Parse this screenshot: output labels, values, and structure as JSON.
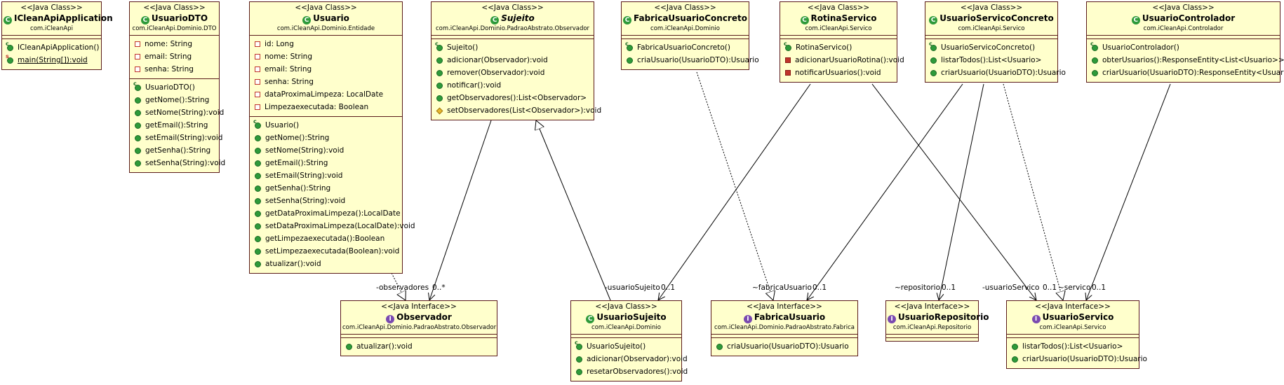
{
  "classes": {
    "icleanapi": {
      "stereotype": "<<Java Class>>",
      "name": "ICleanApiApplication",
      "package": "com.iCleanApi",
      "methods": [
        "ICleanApiApplication()",
        "main(String[]):void"
      ]
    },
    "usuariodto": {
      "stereotype": "<<Java Class>>",
      "name": "UsuarioDTO",
      "package": "com.iCleanApi.Dominio.DTO",
      "fields": [
        "nome: String",
        "email: String",
        "senha: String"
      ],
      "methods": [
        "UsuarioDTO()",
        "getNome():String",
        "setNome(String):void",
        "getEmail():String",
        "setEmail(String):void",
        "getSenha():String",
        "setSenha(String):void"
      ]
    },
    "usuario": {
      "stereotype": "<<Java Class>>",
      "name": "Usuario",
      "package": "com.iCleanApi.Dominio.Entidade",
      "fields": [
        "id: Long",
        "nome: String",
        "email: String",
        "senha: String",
        "dataProximaLimpeza: LocalDate",
        "Limpezaexecutada: Boolean"
      ],
      "methods": [
        "Usuario()",
        "getNome():String",
        "setNome(String):void",
        "getEmail():String",
        "setEmail(String):void",
        "getSenha():String",
        "setSenha(String):void",
        "getDataProximaLimpeza():LocalDate",
        "setDataProximaLimpeza(LocalDate):void",
        "getLimpezaexecutada():Boolean",
        "setLimpezaexecutada(Boolean):void",
        "atualizar():void"
      ]
    },
    "sujeito": {
      "stereotype": "<<Java Class>>",
      "name": "Sujeito",
      "package": "com.iCleanApi.Dominio.PadraoAbstrato.Observador",
      "methods": [
        "Sujeito()",
        "adicionar(Observador):void",
        "remover(Observador):void",
        "notificar():void",
        "getObservadores():List<Observador>",
        "setObservadores(List<Observador>):void"
      ]
    },
    "fabricaconcreto": {
      "stereotype": "<<Java Class>>",
      "name": "FabricaUsuarioConcreto",
      "package": "com.iCleanApi.Dominio",
      "methods": [
        "FabricaUsuarioConcreto()",
        "criaUsuario(UsuarioDTO):Usuario"
      ]
    },
    "rotina": {
      "stereotype": "<<Java Class>>",
      "name": "RotinaServico",
      "package": "com.iCleanApi.Servico",
      "methods": [
        "RotinaServico()",
        "adicionarUsuarioRotina():void",
        "notificarUsuarios():void"
      ]
    },
    "servicoconcreto": {
      "stereotype": "<<Java Class>>",
      "name": "UsuarioServicoConcreto",
      "package": "com.iCleanApi.Servico",
      "methods": [
        "UsuarioServicoConcreto()",
        "listarTodos():List<Usuario>",
        "criarUsuario(UsuarioDTO):Usuario"
      ]
    },
    "controlador": {
      "stereotype": "<<Java Class>>",
      "name": "UsuarioControlador",
      "package": "com.iCleanApi.Controlador",
      "methods": [
        "UsuarioControlador()",
        "obterUsuarios():ResponseEntity<List<Usuario>>",
        "criarUsuario(UsuarioDTO):ResponseEntity<Usuario>"
      ]
    },
    "observador": {
      "stereotype": "<<Java Interface>>",
      "name": "Observador",
      "package": "com.iCleanApi.Dominio.PadraoAbstrato.Observador",
      "methods": [
        "atualizar():void"
      ]
    },
    "usuariosujeito": {
      "stereotype": "<<Java Class>>",
      "name": "UsuarioSujeito",
      "package": "com.iCleanApi.Dominio",
      "methods": [
        "UsuarioSujeito()",
        "adicionar(Observador):void",
        "resetarObservadores():void"
      ]
    },
    "fabrica": {
      "stereotype": "<<Java Interface>>",
      "name": "FabricaUsuario",
      "package": "com.iCleanApi.Dominio.PadraoAbstrato.Fabrica",
      "methods": [
        "criaUsuario(UsuarioDTO):Usuario"
      ]
    },
    "repositorio": {
      "stereotype": "<<Java Interface>>",
      "name": "UsuarioRepositorio",
      "package": "com.iCleanApi.Repositorio"
    },
    "servico": {
      "stereotype": "<<Java Interface>>",
      "name": "UsuarioServico",
      "package": "com.iCleanApi.Servico",
      "methods": [
        "listarTodos():List<Usuario>",
        "criarUsuario(UsuarioDTO):Usuario"
      ]
    }
  },
  "labels": {
    "observadores": "-observadores",
    "observadores_mult": "0..*",
    "usuariosujeito": "-usuarioSujeito",
    "usuariosujeito_mult": "0..1",
    "fabrica": "~fabricaUsuario",
    "fabrica_mult": "0..1",
    "repositorio": "~repositorio",
    "repositorio_mult": "0..1",
    "usuarioservico": "-usuarioServico",
    "usuarioservico_mult": "0..1",
    "servico": "~servico",
    "servico_mult": "0..1"
  }
}
